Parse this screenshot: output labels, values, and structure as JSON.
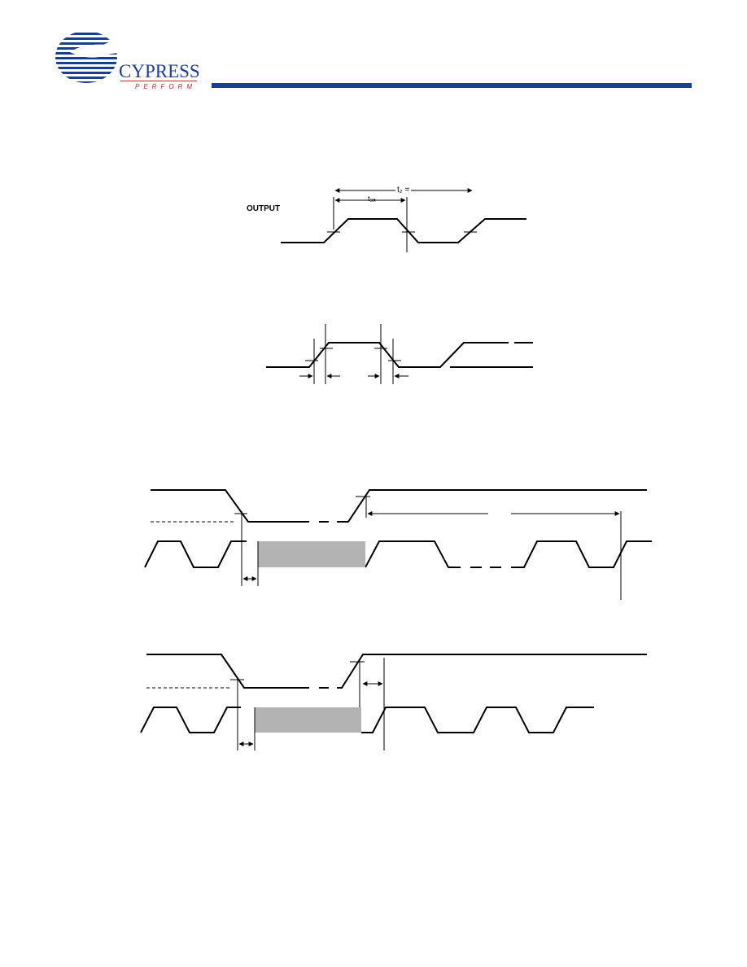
{
  "header": {
    "brand": "CYPRESS",
    "tagline": "PERFORM",
    "brand_color": "#1a3f8f",
    "tagline_color": "#c0282a",
    "rule_color": "#1a3f8f"
  },
  "figures": {
    "output_duty_cycle": {
      "signal_label": "OUTPUT",
      "period_label": "t₂ =",
      "high_time_label": "t₃ₐ"
    }
  },
  "colors": {
    "shaded_region": "#b3b3b3",
    "line": "#000000"
  }
}
